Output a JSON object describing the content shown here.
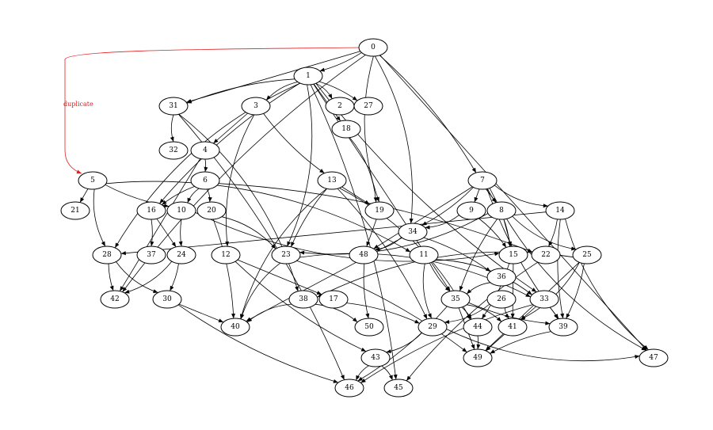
{
  "diagram": {
    "type": "directed-graph",
    "default_edge_color": "#000000",
    "nodes": [
      "0",
      "1",
      "2",
      "3",
      "4",
      "6",
      "7",
      "8",
      "9",
      "10",
      "11",
      "12",
      "13",
      "14",
      "15",
      "16",
      "17",
      "18",
      "19",
      "20",
      "21",
      "22",
      "23",
      "24",
      "25",
      "26",
      "27",
      "28",
      "29",
      "30",
      "31",
      "32",
      "33",
      "34",
      "35",
      "36",
      "37",
      "38",
      "39",
      "40",
      "41",
      "42",
      "43",
      "44",
      "45",
      "46",
      "47",
      "48",
      "49",
      "50",
      "5"
    ],
    "edges": [
      {
        "from": "0",
        "to": "5",
        "label": "duplicate",
        "color": "#e02020"
      },
      {
        "from": "0",
        "to": "1"
      },
      {
        "from": "0",
        "to": "31"
      },
      {
        "from": "0",
        "to": "42"
      },
      {
        "from": "0",
        "to": "19"
      },
      {
        "from": "0",
        "to": "34"
      },
      {
        "from": "0",
        "to": "7"
      },
      {
        "from": "0",
        "to": "47"
      },
      {
        "from": "1",
        "to": "31"
      },
      {
        "from": "1",
        "to": "3"
      },
      {
        "from": "1",
        "to": "2"
      },
      {
        "from": "1",
        "to": "27"
      },
      {
        "from": "1",
        "to": "18"
      },
      {
        "from": "1",
        "to": "16"
      },
      {
        "from": "1",
        "to": "28"
      },
      {
        "from": "1",
        "to": "23"
      },
      {
        "from": "1",
        "to": "45"
      },
      {
        "from": "1",
        "to": "35"
      },
      {
        "from": "1",
        "to": "33"
      },
      {
        "from": "31",
        "to": "32"
      },
      {
        "from": "31",
        "to": "38"
      },
      {
        "from": "31",
        "to": "46"
      },
      {
        "from": "3",
        "to": "4"
      },
      {
        "from": "3",
        "to": "13"
      },
      {
        "from": "3",
        "to": "12"
      },
      {
        "from": "18",
        "to": "19"
      },
      {
        "from": "4",
        "to": "6"
      },
      {
        "from": "4",
        "to": "42"
      },
      {
        "from": "6",
        "to": "16"
      },
      {
        "from": "6",
        "to": "10"
      },
      {
        "from": "6",
        "to": "20"
      },
      {
        "from": "6",
        "to": "22"
      },
      {
        "from": "5",
        "to": "21"
      },
      {
        "from": "5",
        "to": "10"
      },
      {
        "from": "5",
        "to": "28"
      },
      {
        "from": "5",
        "to": "11"
      },
      {
        "from": "16",
        "to": "37"
      },
      {
        "from": "16",
        "to": "24"
      },
      {
        "from": "10",
        "to": "24"
      },
      {
        "from": "10",
        "to": "15"
      },
      {
        "from": "20",
        "to": "23"
      },
      {
        "from": "20",
        "to": "40"
      },
      {
        "from": "13",
        "to": "19"
      },
      {
        "from": "13",
        "to": "23"
      },
      {
        "from": "13",
        "to": "40"
      },
      {
        "from": "13",
        "to": "44"
      },
      {
        "from": "13",
        "to": "29"
      },
      {
        "from": "19",
        "to": "48"
      },
      {
        "from": "28",
        "to": "42"
      },
      {
        "from": "28",
        "to": "30"
      },
      {
        "from": "24",
        "to": "42"
      },
      {
        "from": "24",
        "to": "30"
      },
      {
        "from": "12",
        "to": "17"
      },
      {
        "from": "12",
        "to": "43"
      },
      {
        "from": "23",
        "to": "40"
      },
      {
        "from": "23",
        "to": "33"
      },
      {
        "from": "23",
        "to": "49"
      },
      {
        "from": "30",
        "to": "40"
      },
      {
        "from": "30",
        "to": "46"
      },
      {
        "from": "38",
        "to": "40"
      },
      {
        "from": "38",
        "to": "50"
      },
      {
        "from": "17",
        "to": "29"
      },
      {
        "from": "7",
        "to": "9"
      },
      {
        "from": "7",
        "to": "8"
      },
      {
        "from": "7",
        "to": "14"
      },
      {
        "from": "7",
        "to": "15"
      },
      {
        "from": "7",
        "to": "34"
      },
      {
        "from": "7",
        "to": "48"
      },
      {
        "from": "7",
        "to": "39"
      },
      {
        "from": "7",
        "to": "47"
      },
      {
        "from": "9",
        "to": "34"
      },
      {
        "from": "9",
        "to": "15"
      },
      {
        "from": "8",
        "to": "15"
      },
      {
        "from": "8",
        "to": "35"
      },
      {
        "from": "8",
        "to": "25"
      },
      {
        "from": "8",
        "to": "23"
      },
      {
        "from": "14",
        "to": "22"
      },
      {
        "from": "14",
        "to": "28"
      },
      {
        "from": "14",
        "to": "39"
      },
      {
        "from": "14",
        "to": "47"
      },
      {
        "from": "34",
        "to": "48"
      },
      {
        "from": "34",
        "to": "36"
      },
      {
        "from": "34",
        "to": "40"
      },
      {
        "from": "11",
        "to": "35"
      },
      {
        "from": "11",
        "to": "29"
      },
      {
        "from": "11",
        "to": "33"
      },
      {
        "from": "15",
        "to": "44"
      },
      {
        "from": "15",
        "to": "41"
      },
      {
        "from": "22",
        "to": "45"
      },
      {
        "from": "25",
        "to": "38"
      },
      {
        "from": "25",
        "to": "41"
      },
      {
        "from": "25",
        "to": "39"
      },
      {
        "from": "25",
        "to": "49"
      },
      {
        "from": "48",
        "to": "50"
      },
      {
        "from": "36",
        "to": "35"
      },
      {
        "from": "35",
        "to": "41"
      },
      {
        "from": "35",
        "to": "44"
      },
      {
        "from": "35",
        "to": "49"
      },
      {
        "from": "35",
        "to": "39"
      },
      {
        "from": "26",
        "to": "41"
      },
      {
        "from": "26",
        "to": "29"
      },
      {
        "from": "33",
        "to": "39"
      },
      {
        "from": "33",
        "to": "41"
      },
      {
        "from": "33",
        "to": "46"
      },
      {
        "from": "29",
        "to": "47"
      },
      {
        "from": "29",
        "to": "43"
      },
      {
        "from": "44",
        "to": "49"
      },
      {
        "from": "41",
        "to": "49"
      },
      {
        "from": "39",
        "to": "49"
      },
      {
        "from": "43",
        "to": "46"
      },
      {
        "from": "43",
        "to": "45"
      },
      {
        "from": "35",
        "to": "46"
      }
    ]
  }
}
